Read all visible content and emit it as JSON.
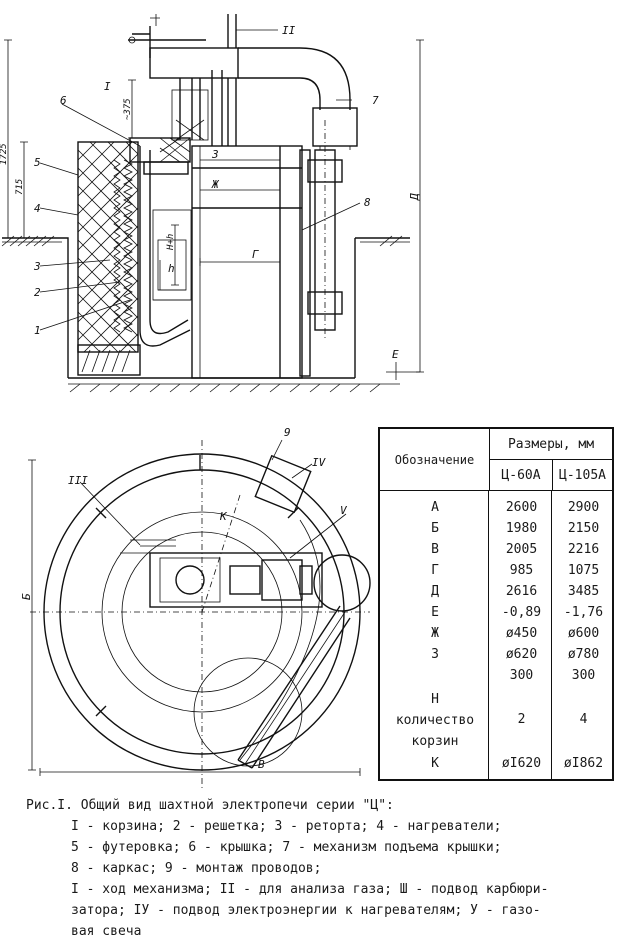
{
  "drawing": {
    "top_labels": {
      "n1": "1",
      "n2": "2",
      "n3": "3",
      "n4": "4",
      "n5": "5",
      "n6": "6",
      "n7": "7",
      "n8": "8",
      "roman_I": "I",
      "roman_II": "II"
    },
    "top_dims": {
      "h1725": "1725",
      "h715": "715",
      "h375": "~375",
      "letter_D": "Д",
      "letter_E": "Е",
      "letter_G": "Г",
      "letter_Zh": "Ж",
      "letter_Z": "З",
      "letter_h": "h",
      "h_plus": "H+h"
    },
    "bottom_labels": {
      "n9": "9",
      "roman_III": "III",
      "roman_IV": "IV",
      "roman_V": "V",
      "letter_K": "К",
      "letter_B": "Б",
      "letter_V": "В"
    }
  },
  "table": {
    "header_name": "Обозначение",
    "header_sizes": "Размеры, мм",
    "model_1": "Ц-60А",
    "model_2": "Ц-105А",
    "rows": [
      {
        "name": "А",
        "v1": "2600",
        "v2": "2900"
      },
      {
        "name": "Б",
        "v1": "1980",
        "v2": "2150"
      },
      {
        "name": "В",
        "v1": "2005",
        "v2": "2216"
      },
      {
        "name": "Г",
        "v1": "985",
        "v2": "1075"
      },
      {
        "name": "Д",
        "v1": "2616",
        "v2": "3485"
      },
      {
        "name": "Е",
        "v1": "-0,89",
        "v2": "-1,76"
      },
      {
        "name": "Ж",
        "v1": "ø450",
        "v2": "ø600"
      },
      {
        "name": "З",
        "v1": "ø620",
        "v2": "ø780"
      },
      {
        "name": "",
        "v1": "300",
        "v2": "300"
      }
    ],
    "row_H": {
      "name": "Н",
      "line2": "количество",
      "line3": "корзин",
      "v1": "2",
      "v2": "4"
    },
    "row_K": {
      "name": "К",
      "v1": "øI620",
      "v2": "øI862"
    }
  },
  "caption": {
    "title": "Рис.I. Общий вид шахтной электропечи серии \"Ц\":",
    "lines": [
      "I - корзина; 2 - решетка; 3 - реторта; 4 - нагреватели;",
      "5 - футеровка; 6 - крышка; 7 - механизм подъема крышки;",
      "8 - каркас; 9 - монтаж проводов;",
      "I - ход механизма; II - для анализа газа; Ш - подвод карбюри-",
      "затора; IУ - подвод электроэнергии к нагревателям; У - газо-",
      "вая свеча"
    ]
  }
}
